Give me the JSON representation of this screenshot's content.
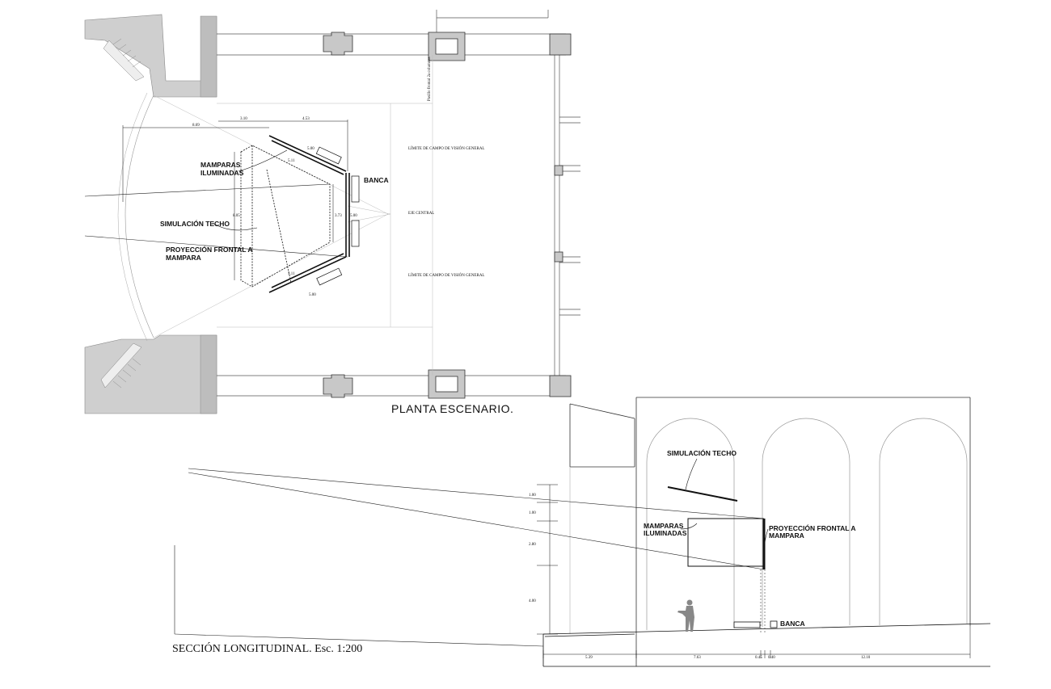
{
  "plan": {
    "title": "PLANTA ESCENARIO.",
    "labels": {
      "mamparas": [
        "MAMPARAS",
        "ILUMINADAS"
      ],
      "simulacion": "SIMULACIÓN TECHO",
      "proyeccion": [
        "PROYECCIÓN FRONTAL A",
        "MAMPARA"
      ],
      "banca": "BANCA",
      "limite_top": "LÍMITE DE CAMPO DE VISIÓN GENERAL",
      "eje": "EJE CENTRAL",
      "limite_bottom": "LÍMITE DE CAMPO DE VISIÓN GENERAL",
      "vertical_note": "Pasillo frontal 2a columnas"
    },
    "dims": {
      "d869": "8.69",
      "d310": "3.10",
      "d453": "4.53",
      "d500a": "5.00",
      "d511a": "5.11",
      "d805": "8.05",
      "d373": "3.73",
      "d500b": "5.00",
      "d511b": "5.11",
      "d500c": "5.00"
    }
  },
  "section": {
    "title": "SECCIÓN LONGITUDINAL. Esc. 1:200",
    "labels": {
      "simulacion": "SIMULACIÓN TECHO",
      "mamparas": [
        "MAMPARAS",
        "ILUMINADAS"
      ],
      "proyeccion": [
        "PROYECCIÓN FRONTAL A",
        "MAMPARA"
      ],
      "banca": "BANCA"
    },
    "vertical_dims": [
      "1.00",
      "1.00",
      "2.80",
      "4.00"
    ],
    "horizontal_dims": [
      "5.39",
      "7.63",
      "0.45",
      "0.40",
      "12.10"
    ]
  }
}
